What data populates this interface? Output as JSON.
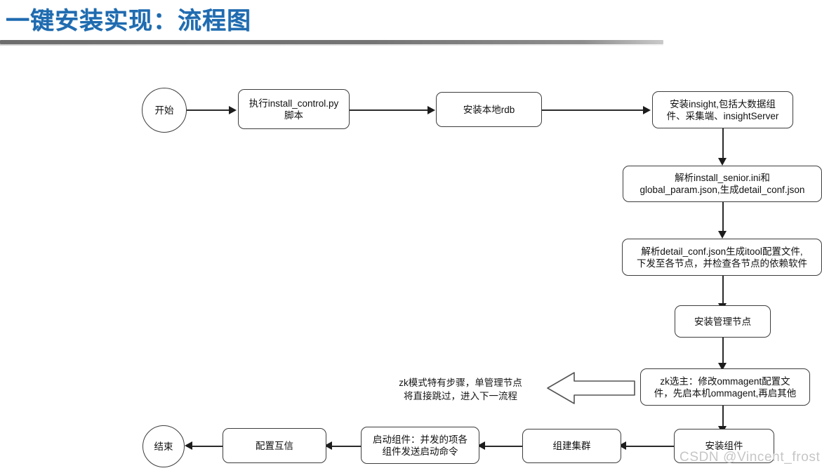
{
  "slide": {
    "title": "一键安装实现：流程图",
    "watermark": "CSDN @Vincent_frost"
  },
  "flowchart": {
    "type": "flowchart",
    "nodes": [
      {
        "id": "start",
        "shape": "circle",
        "label": "开始"
      },
      {
        "id": "run_script",
        "shape": "rounded-rect",
        "label": "执行install_control.py\n脚本"
      },
      {
        "id": "install_rdb",
        "shape": "rounded-rect",
        "label": "安装本地rdb"
      },
      {
        "id": "install_insight",
        "shape": "rounded-rect",
        "label": "安装insight,包括大数据组\n件、采集端、insightServer"
      },
      {
        "id": "parse_ini",
        "shape": "rounded-rect",
        "label": "解析install_senior.ini和\nglobal_param.json,生成detail_conf.json"
      },
      {
        "id": "parse_conf",
        "shape": "rounded-rect",
        "label": "解析detail_conf.json生成itool配置文件,\n下发至各节点，并检查各节点的依赖软件"
      },
      {
        "id": "install_mgmt",
        "shape": "rounded-rect",
        "label": "安装管理节点"
      },
      {
        "id": "zk_elect",
        "shape": "rounded-rect",
        "label": "zk选主：修改ommagent配置文\n件，先启本机ommagent,再启其他"
      },
      {
        "id": "install_comp",
        "shape": "rounded-rect",
        "label": "安装组件"
      },
      {
        "id": "build_cluster",
        "shape": "rounded-rect",
        "label": "组建集群"
      },
      {
        "id": "start_comp",
        "shape": "rounded-rect",
        "label": "启动组件：并发的项各\n组件发送启动命令"
      },
      {
        "id": "config_trust",
        "shape": "rounded-rect",
        "label": "配置互信"
      },
      {
        "id": "end",
        "shape": "circle",
        "label": "结束"
      }
    ],
    "annotation": {
      "text": "zk模式特有步骤，单管理节点\n将直接跳过，进入下一流程",
      "arrow_direction": "left",
      "points_to": "zk_elect"
    },
    "edges": [
      {
        "from": "start",
        "to": "run_script",
        "direction": "right"
      },
      {
        "from": "run_script",
        "to": "install_rdb",
        "direction": "right"
      },
      {
        "from": "install_rdb",
        "to": "install_insight",
        "direction": "right"
      },
      {
        "from": "install_insight",
        "to": "parse_ini",
        "direction": "down"
      },
      {
        "from": "parse_ini",
        "to": "parse_conf",
        "direction": "down"
      },
      {
        "from": "parse_conf",
        "to": "install_mgmt",
        "direction": "down"
      },
      {
        "from": "install_mgmt",
        "to": "zk_elect",
        "direction": "down"
      },
      {
        "from": "zk_elect",
        "to": "install_comp",
        "direction": "down"
      },
      {
        "from": "install_comp",
        "to": "build_cluster",
        "direction": "left"
      },
      {
        "from": "build_cluster",
        "to": "start_comp",
        "direction": "left"
      },
      {
        "from": "start_comp",
        "to": "config_trust",
        "direction": "left"
      },
      {
        "from": "config_trust",
        "to": "end",
        "direction": "left"
      }
    ]
  },
  "colors": {
    "title": "#1f6bb0",
    "node_border": "#3d3d3d",
    "connector": "#2b2b2b",
    "watermark": "#c6c6c6"
  }
}
